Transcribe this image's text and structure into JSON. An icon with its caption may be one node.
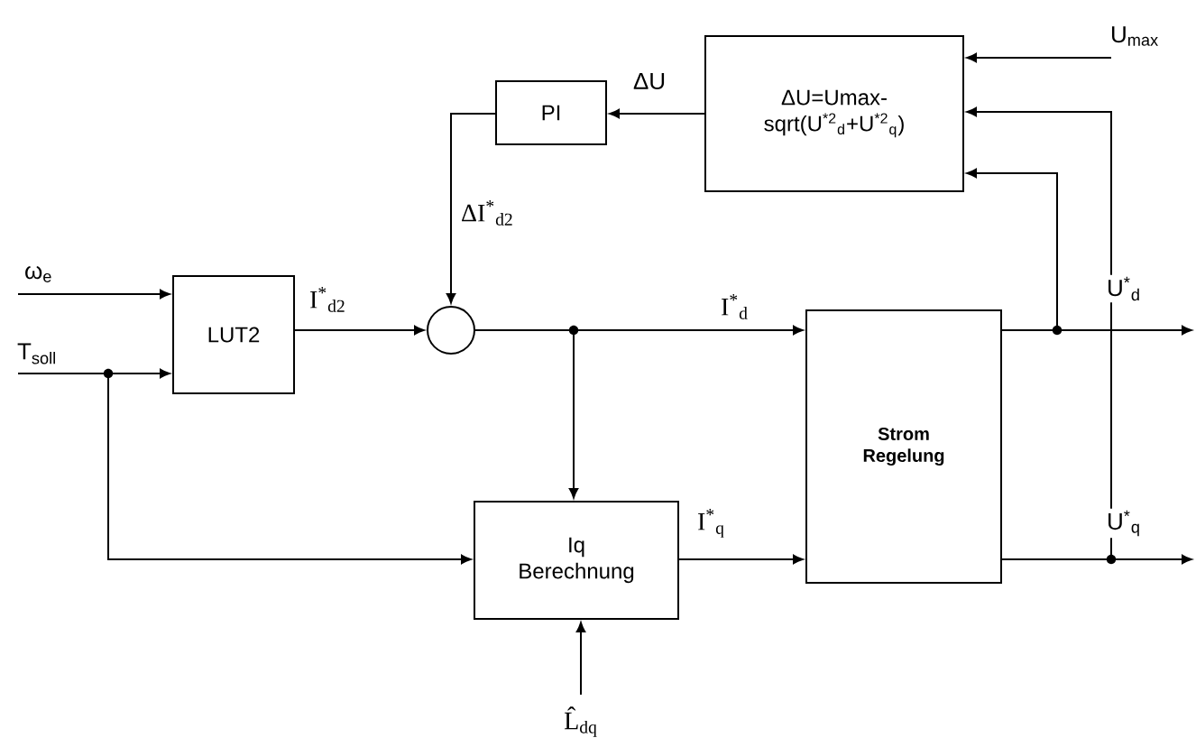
{
  "diagram": {
    "nodes": [
      {
        "text": [
          "PI"
        ]
      },
      {
        "text": [
          "ΔU=Umax- sqrt(U$^{*2}$$_{d}$+U$^{*2}$$_{q}$)"
        ]
      },
      {
        "text": [
          "LUT2"
        ]
      },
      {
        "text": [],
        "shape": "circle"
      },
      {
        "text": [
          "Strom Regelung"
        ]
      },
      {
        "text": [
          "Iq Berechnung"
        ]
      }
    ],
    "edges": [
      {
        "from": null,
        "to": 2,
        "arrow": "to",
        "label": "ω$_{e}$"
      },
      {
        "from": null,
        "to": 2,
        "arrow": "to",
        "label": "T$_{soll}$"
      },
      {
        "from": null,
        "to": 5,
        "arrow": "to"
      },
      {
        "from": 2,
        "to": 3,
        "arrow": "to",
        "label": "I$^{*}$$_{d2}$"
      },
      {
        "from": 0,
        "to": 3,
        "arrow": "to",
        "label": "ΔI$^{*}$$_{d2}$"
      },
      {
        "from": 1,
        "to": 0,
        "arrow": "to",
        "label": "ΔU"
      },
      {
        "from": 3,
        "to": 4,
        "arrow": "to",
        "label": "I$^{*}$$_{d}$"
      },
      {
        "from": 3,
        "to": 5,
        "arrow": "to"
      },
      {
        "from": 5,
        "to": 4,
        "arrow": "to",
        "label": "I$^{*}$$_{q}$"
      },
      {
        "from": 4,
        "to": null,
        "arrow": "to",
        "label": "U$^{*}$$_{d}$"
      },
      {
        "from": 4,
        "to": 1,
        "arrow": "to"
      },
      {
        "from": 4,
        "to": null,
        "arrow": "to",
        "label": "U$^{*}$$_{q}$"
      },
      {
        "from": 4,
        "to": 1,
        "arrow": "to"
      },
      {
        "from": null,
        "to": 1,
        "arrow": "to",
        "label": "U$_{max}$"
      },
      {
        "from": null,
        "to": 5,
        "arrow": "to",
        "label": "L̂$_{dq}$"
      }
    ]
  }
}
